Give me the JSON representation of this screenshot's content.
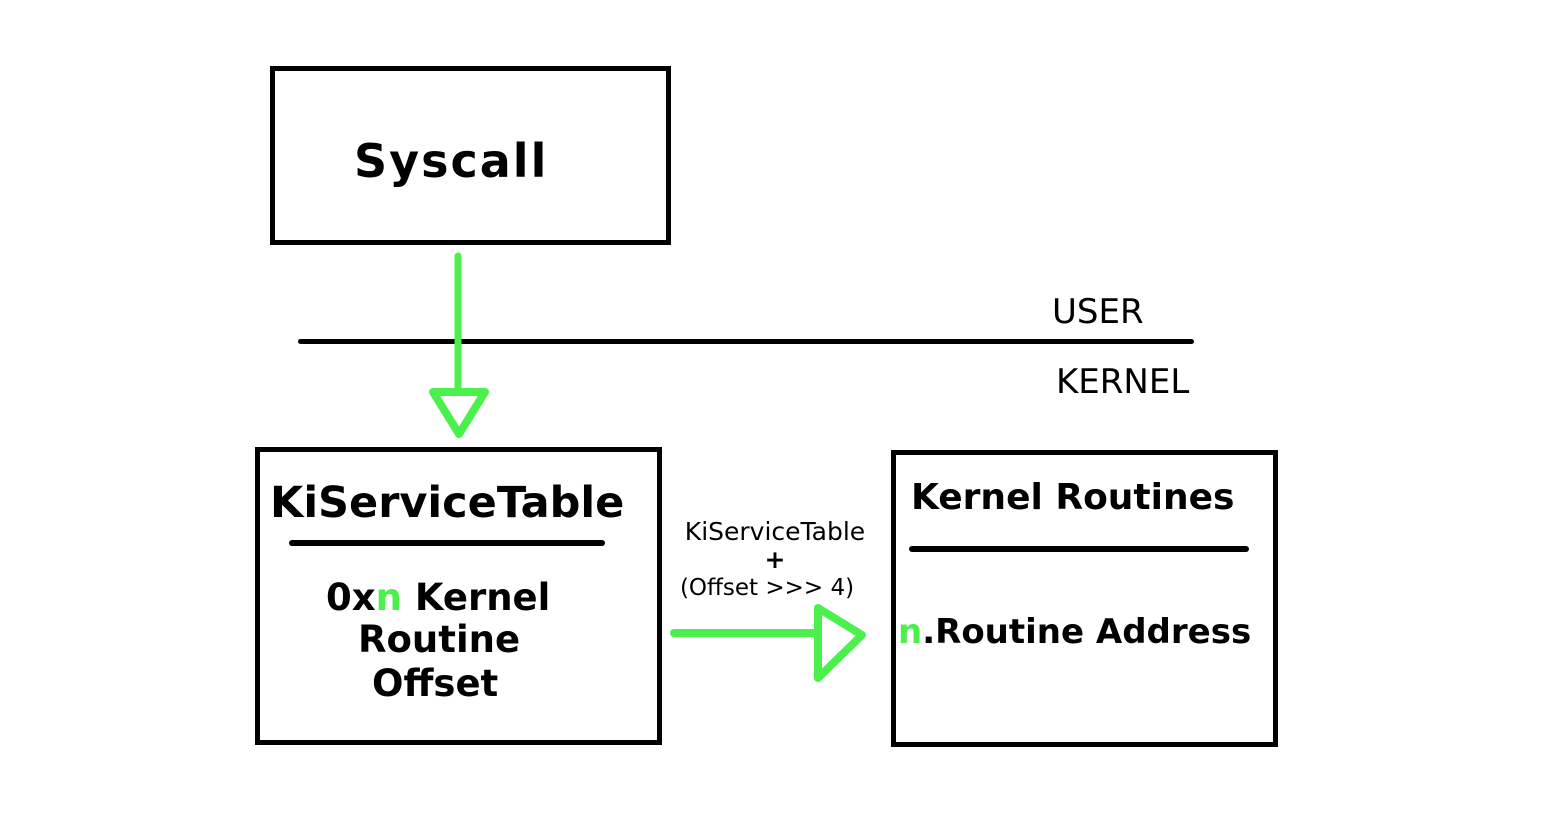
{
  "syscall_box": {
    "label": "Syscall"
  },
  "boundary": {
    "user_label": "USER",
    "kernel_label": "KERNEL"
  },
  "service_table": {
    "title": "KiServiceTable",
    "entry_prefix": "0x",
    "entry_var": "n",
    "entry_line1_rest": " Kernel",
    "entry_line2": "Routine",
    "entry_line3": "Offset"
  },
  "formula": {
    "line1": "KiServiceTable",
    "line2": "+",
    "line3": "(Offset >>> 4)"
  },
  "kernel_routines": {
    "title": "Kernel Routines",
    "entry_var": "n",
    "entry_rest": ".Routine Address"
  },
  "colors": {
    "accent": "#4cf04c",
    "ink": "#000000",
    "background": "#ffffff"
  }
}
